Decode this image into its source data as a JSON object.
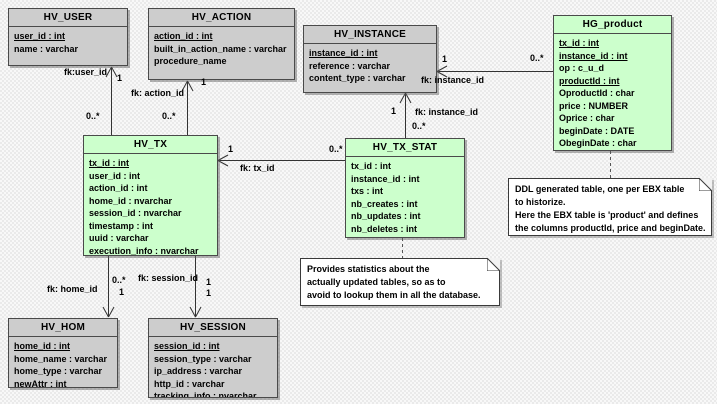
{
  "colors": {
    "entity_gray": "#cdcdcd",
    "entity_green": "#ccffcc",
    "note_bg": "#ffffff",
    "line": "#333333",
    "canvas_check": "#eaeaea"
  },
  "entities": {
    "hv_user": {
      "title": "HV_USER",
      "attrs": [
        "user_id : int",
        "name : varchar"
      ]
    },
    "hv_action": {
      "title": "HV_ACTION",
      "attrs": [
        "action_id : int",
        "built_in_action_name : varchar",
        "procedure_name"
      ]
    },
    "hv_instance": {
      "title": "HV_INSTANCE",
      "attrs": [
        "instance_id : int",
        "reference : varchar",
        "content_type : varchar"
      ]
    },
    "hg_product": {
      "title": "HG_product",
      "attrs": [
        "tx_id : int",
        "instance_id : int",
        "op : c_u_d",
        "productId : int",
        "OproductId : char",
        "price : NUMBER",
        "Oprice : char",
        "beginDate : DATE",
        "ObeginDate : char"
      ]
    },
    "hv_tx": {
      "title": "HV_TX",
      "attrs": [
        "tx_id : int",
        "user_id : int",
        "action_id : int",
        "home_id : nvarchar",
        "session_id : nvarchar",
        "timestamp : int",
        "uuid : varchar",
        "execution_info : nvarchar"
      ]
    },
    "hv_tx_stat": {
      "title": "HV_TX_STAT",
      "attrs": [
        "tx_id : int",
        "instance_id : int",
        "txs : int",
        "nb_creates : int",
        "nb_updates : int",
        "nb_deletes : int"
      ]
    },
    "hv_hom": {
      "title": "HV_HOM",
      "attrs": [
        "home_id : int",
        "home_name : varchar",
        "home_type : varchar",
        "newAttr : int"
      ]
    },
    "hv_session": {
      "title": "HV_SESSION",
      "attrs": [
        "session_id : int",
        "session_type : varchar",
        "ip_address : varchar",
        "http_id : varchar",
        "tracking_info : nvarchar"
      ]
    }
  },
  "labels": {
    "fk_user": "fk:user_id",
    "mult_user_1": "1",
    "mult_user_n": "0..*",
    "fk_action": "fk: action_id",
    "mult_action_1": "1",
    "mult_action_n": "0..*",
    "fk_tx": "fk: tx_id",
    "mult_tx_1": "1",
    "mult_tx_n": "0..*",
    "fk_inst_stat": "fk: instance_id",
    "mult_inst_stat_1": "1",
    "mult_inst_stat_n": "0..*",
    "fk_inst_prod": "fk: instance_id",
    "mult_inst_prod_1": "1",
    "mult_inst_prod_n": "0..*",
    "fk_home": "fk: home_id",
    "mult_home_n": "0..*",
    "mult_home_1": "1",
    "fk_session": "fk: session_id",
    "mult_session_1a": "1",
    "mult_session_1b": "1"
  },
  "notes": {
    "stats": [
      "Provides statistics about the",
      "actually updated tables, so as to",
      "avoid to lookup them in all the database."
    ],
    "ddl": [
      "DDL generated table, one per EBX table",
      "to historize.",
      "Here the EBX table is 'product' and defines",
      "the columns productId, price and beginDate."
    ]
  },
  "relationships": [
    {
      "from": "HV_TX",
      "to": "HV_USER",
      "fk": "fk:user_id",
      "from_mult": "0..*",
      "to_mult": "1"
    },
    {
      "from": "HV_TX",
      "to": "HV_ACTION",
      "fk": "fk: action_id",
      "from_mult": "0..*",
      "to_mult": "1"
    },
    {
      "from": "HV_TX_STAT",
      "to": "HV_TX",
      "fk": "fk: tx_id",
      "from_mult": "0..*",
      "to_mult": "1"
    },
    {
      "from": "HV_TX_STAT",
      "to": "HV_INSTANCE",
      "fk": "fk: instance_id",
      "from_mult": "0..*",
      "to_mult": "1"
    },
    {
      "from": "HG_product",
      "to": "HV_INSTANCE",
      "fk": "fk: instance_id",
      "from_mult": "0..*",
      "to_mult": "1"
    },
    {
      "from": "HV_TX",
      "to": "HV_HOM",
      "fk": "fk: home_id",
      "from_mult": "0..*",
      "to_mult": "1"
    },
    {
      "from": "HV_TX",
      "to": "HV_SESSION",
      "fk": "fk: session_id",
      "from_mult": "1",
      "to_mult": "1"
    }
  ]
}
